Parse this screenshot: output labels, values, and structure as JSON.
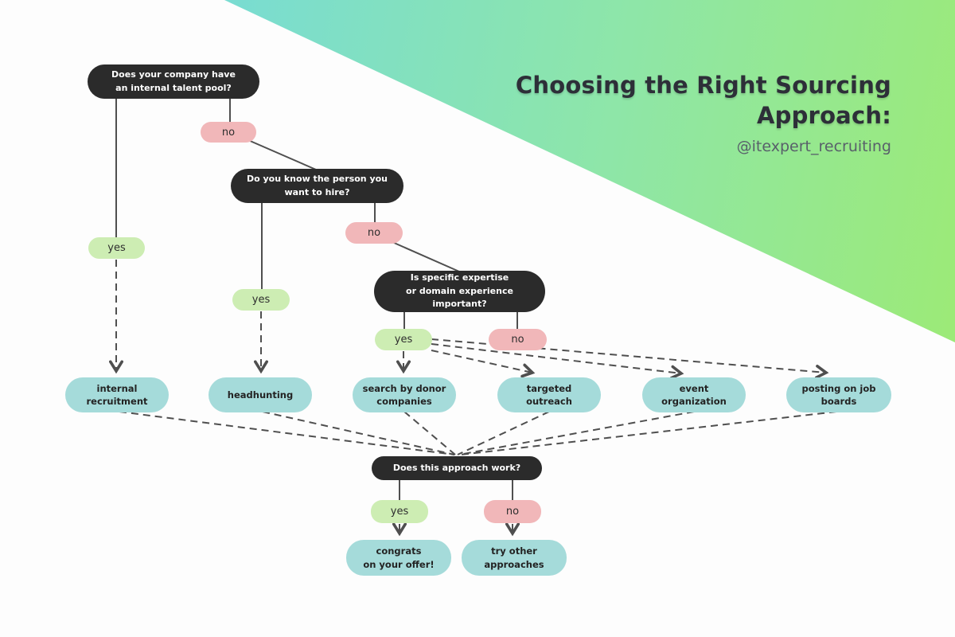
{
  "header": {
    "title": "Choosing the Right Sourcing\nApproach:",
    "handle": "@itexpert_recruiting"
  },
  "nodes": {
    "q1": {
      "type": "question",
      "label": "Does your company have\nan internal talent pool?"
    },
    "q2": {
      "type": "question",
      "label": "Do you know the person you\nwant to hire?"
    },
    "q3": {
      "type": "question",
      "label": "Is specific expertise\nor domain experience\nimportant?"
    },
    "q4": {
      "type": "question",
      "label": "Does this approach work?"
    },
    "yes1": {
      "type": "branch-yes",
      "label": "yes"
    },
    "no1": {
      "type": "branch-no",
      "label": "no"
    },
    "yes2": {
      "type": "branch-yes",
      "label": "yes"
    },
    "no2": {
      "type": "branch-no",
      "label": "no"
    },
    "yes3": {
      "type": "branch-yes",
      "label": "yes"
    },
    "no3": {
      "type": "branch-no",
      "label": "no"
    },
    "yes4": {
      "type": "branch-yes",
      "label": "yes"
    },
    "no4": {
      "type": "branch-no",
      "label": "no"
    },
    "r1": {
      "type": "result",
      "label": "internal\nrecruitment"
    },
    "r2": {
      "type": "result",
      "label": "headhunting"
    },
    "r3": {
      "type": "result",
      "label": "search by donor\ncompanies"
    },
    "r4": {
      "type": "result",
      "label": "targeted\noutreach"
    },
    "r5": {
      "type": "result",
      "label": "event\norganization"
    },
    "r6": {
      "type": "result",
      "label": "posting on job\nboards"
    },
    "r7": {
      "type": "result",
      "label": "congrats\non your offer!"
    },
    "r8": {
      "type": "result",
      "label": "try other\napproaches"
    }
  },
  "edges": [
    {
      "from": "q1",
      "via": "yes1",
      "to": "r1",
      "style": "dashed-arrow"
    },
    {
      "from": "q1",
      "via": "no1",
      "to": "q2",
      "style": "solid"
    },
    {
      "from": "q2",
      "via": "yes2",
      "to": "r2",
      "style": "dashed-arrow"
    },
    {
      "from": "q2",
      "via": "no2",
      "to": "q3",
      "style": "solid"
    },
    {
      "from": "q3",
      "via": "yes3",
      "to": "r3",
      "style": "dashed-arrow"
    },
    {
      "from": "q3",
      "via": "yes3",
      "to": "r4",
      "style": "dashed-arrow"
    },
    {
      "from": "q3",
      "via": "yes3",
      "to": "r5",
      "style": "dashed-arrow"
    },
    {
      "from": "q3",
      "via": "yes3",
      "to": "r6",
      "style": "dashed-arrow"
    },
    {
      "from": "r1",
      "to": "q4",
      "style": "dashed"
    },
    {
      "from": "r2",
      "to": "q4",
      "style": "dashed"
    },
    {
      "from": "r3",
      "to": "q4",
      "style": "dashed"
    },
    {
      "from": "r4",
      "to": "q4",
      "style": "dashed"
    },
    {
      "from": "r5",
      "to": "q4",
      "style": "dashed"
    },
    {
      "from": "r6",
      "to": "q4",
      "style": "dashed"
    },
    {
      "from": "q4",
      "via": "yes4",
      "to": "r7",
      "style": "dashed-arrow"
    },
    {
      "from": "q4",
      "via": "no4",
      "to": "r8",
      "style": "dashed-arrow"
    }
  ],
  "colors": {
    "question_bg": "#2b2b2b",
    "question_text": "#ffffff",
    "yes_pill_bg": "#cdedb3",
    "no_pill_bg": "#f1b7b9",
    "result_bg": "#a5dbda",
    "line": "#4f4f4f",
    "title_text": "#2d2f38",
    "handle_text": "#58606a",
    "gradient_start": "#79dcd2",
    "gradient_mid": "#8ee6a8",
    "gradient_end": "#9cea77",
    "background": "#fdfdfd"
  }
}
